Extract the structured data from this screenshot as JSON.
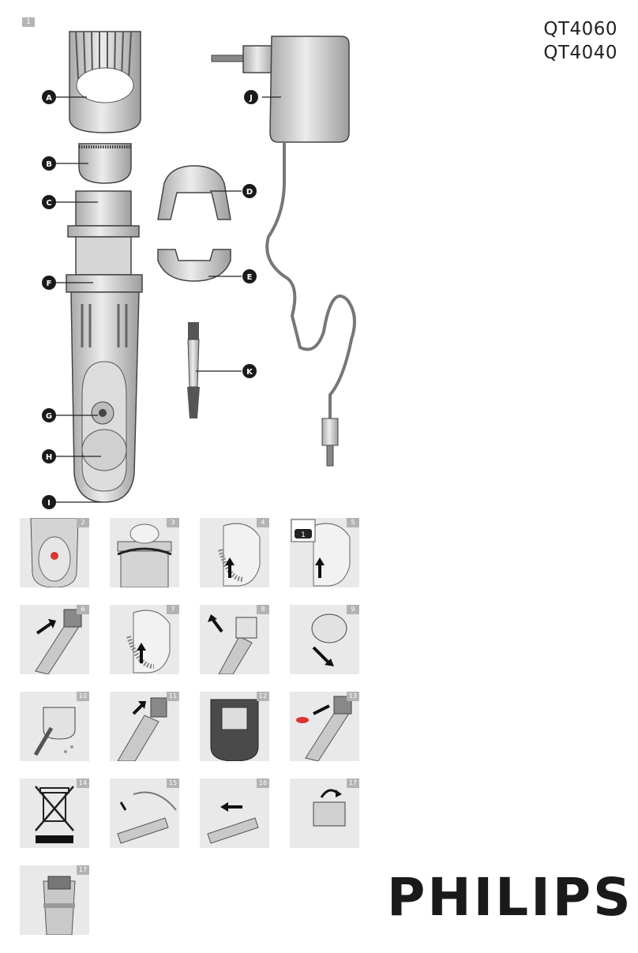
{
  "page": {
    "tab": "1"
  },
  "models": [
    "QT4060",
    "QT4040"
  ],
  "brand": "PHILIPS",
  "callouts": [
    "A",
    "B",
    "C",
    "D",
    "E",
    "F",
    "G",
    "H",
    "I",
    "J",
    "K"
  ],
  "figure_numbers": [
    "2",
    "3",
    "4",
    "5",
    "6",
    "7",
    "8",
    "9",
    "10",
    "11",
    "12",
    "13",
    "14",
    "15",
    "16",
    "17",
    "17"
  ],
  "panel5_setting": "1",
  "colors": {
    "panel_bg": "#e9e9e9",
    "badge": "#b3b3b3",
    "callout": "#1a1a1a",
    "device": "#c9c9c9"
  }
}
